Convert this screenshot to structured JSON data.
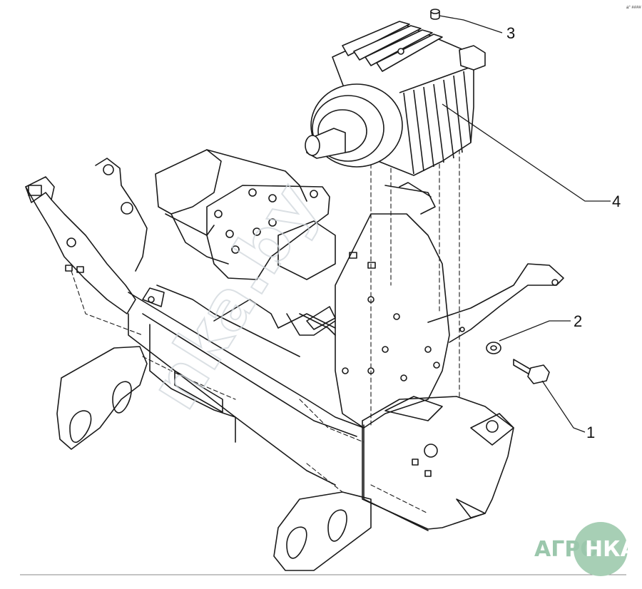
{
  "drawing": {
    "reference_code": "a° ####",
    "part_callouts": [
      "3",
      "4",
      "2",
      "1"
    ]
  },
  "watermark": {
    "text": "nka.by"
  },
  "logo": {
    "left_text": "АГРО",
    "right_text": "НКА",
    "color": "#9bc7ac"
  }
}
